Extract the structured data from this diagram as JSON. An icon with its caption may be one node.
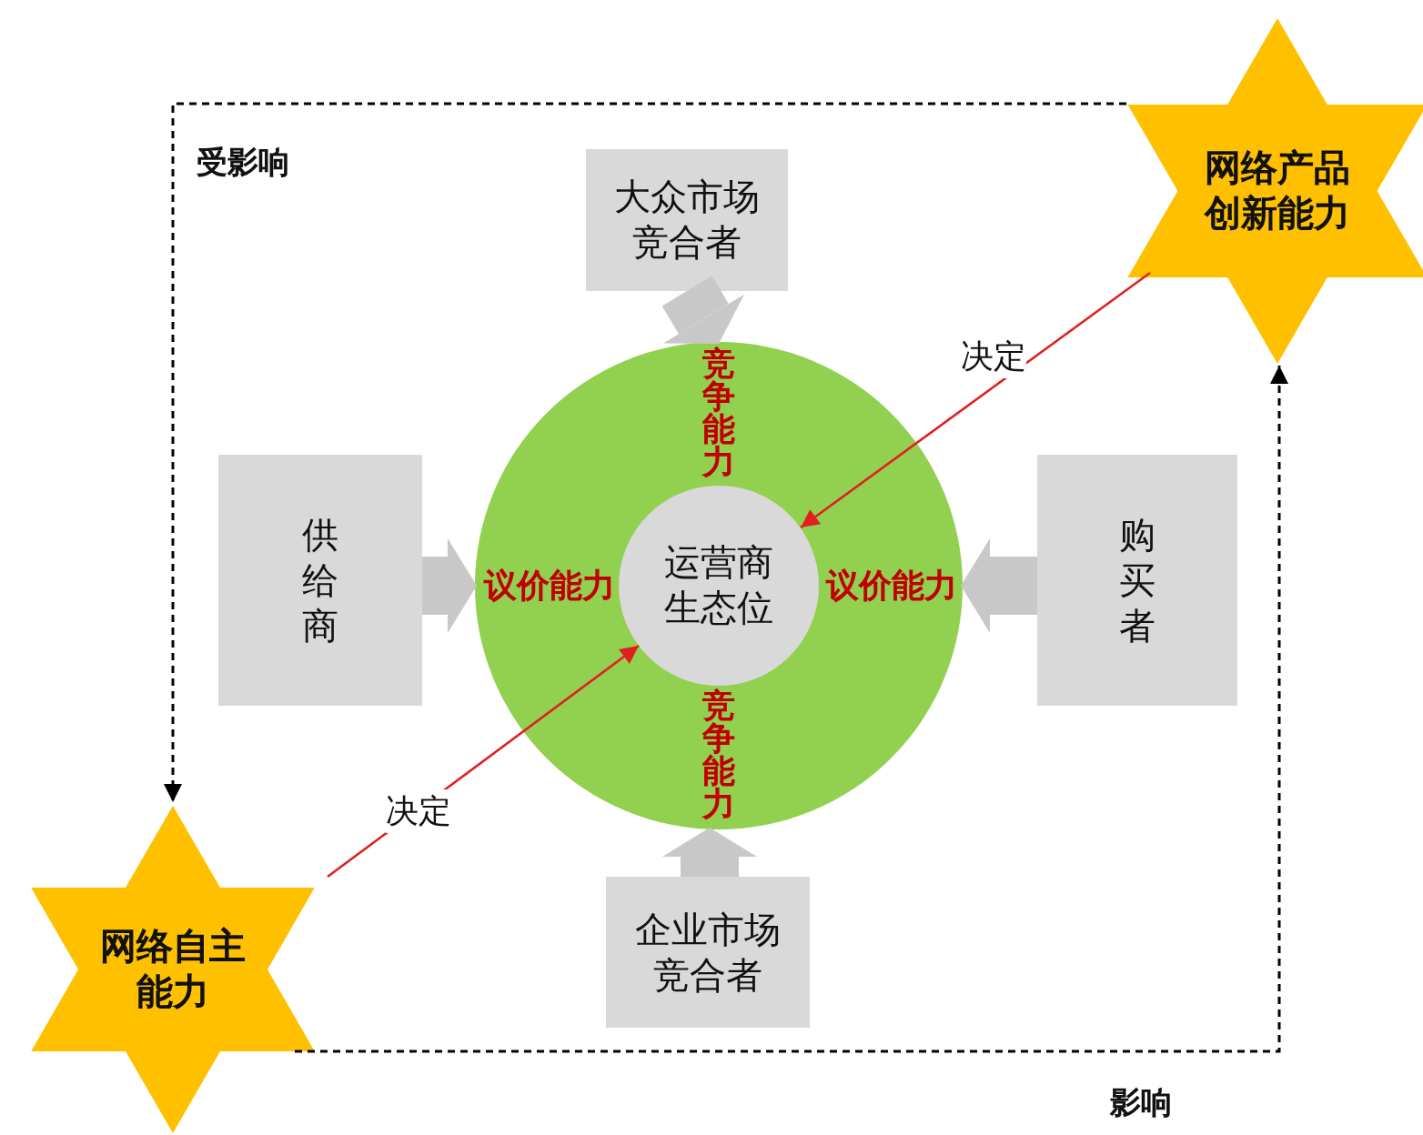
{
  "diagram": {
    "nodes": [
      {
        "text": [
          "大众市场竞合者"
        ]
      },
      {
        "text": [
          "网络产品创新能力"
        ]
      },
      {
        "text": [
          "供给商"
        ]
      },
      {
        "text": [],
        "shape": "circle"
      },
      {
        "text": [
          "运营商生态位"
        ],
        "in": 3
      },
      {
        "text": [
          "购买者"
        ]
      },
      {
        "text": [
          "网络自主能力"
        ]
      },
      {
        "text": [
          "企业市场竞合者"
        ]
      }
    ],
    "edges": [
      {
        "from": 0,
        "to": 3,
        "arrow": "to",
        "label": "竞争能力",
        "style": "thick",
        "color": "#c8c8c8"
      },
      {
        "from": 2,
        "to": 3,
        "arrow": "to",
        "label": "议价能力",
        "style": "thick",
        "color": "#c8c8c8"
      },
      {
        "from": 5,
        "to": 3,
        "arrow": "to",
        "label": "议价能力",
        "style": "thick",
        "color": "#c8c8c8"
      },
      {
        "from": 7,
        "to": 3,
        "arrow": "to",
        "label": "竞争能力",
        "style": "thick",
        "color": "#c8c8c8"
      },
      {
        "from": 1,
        "to": 4,
        "arrow": "to",
        "label": "决定",
        "color": "#e02020"
      },
      {
        "from": 6,
        "to": 4,
        "arrow": "to",
        "label": "决定",
        "color": "#e02020"
      },
      {
        "from": 6,
        "to": 1,
        "arrow": "to",
        "label": "影响",
        "style": "dashed",
        "color": "#000000"
      },
      {
        "from": 1,
        "to": 6,
        "arrow": "to",
        "label": "受影响",
        "style": "dashed",
        "color": "#000000"
      }
    ]
  }
}
